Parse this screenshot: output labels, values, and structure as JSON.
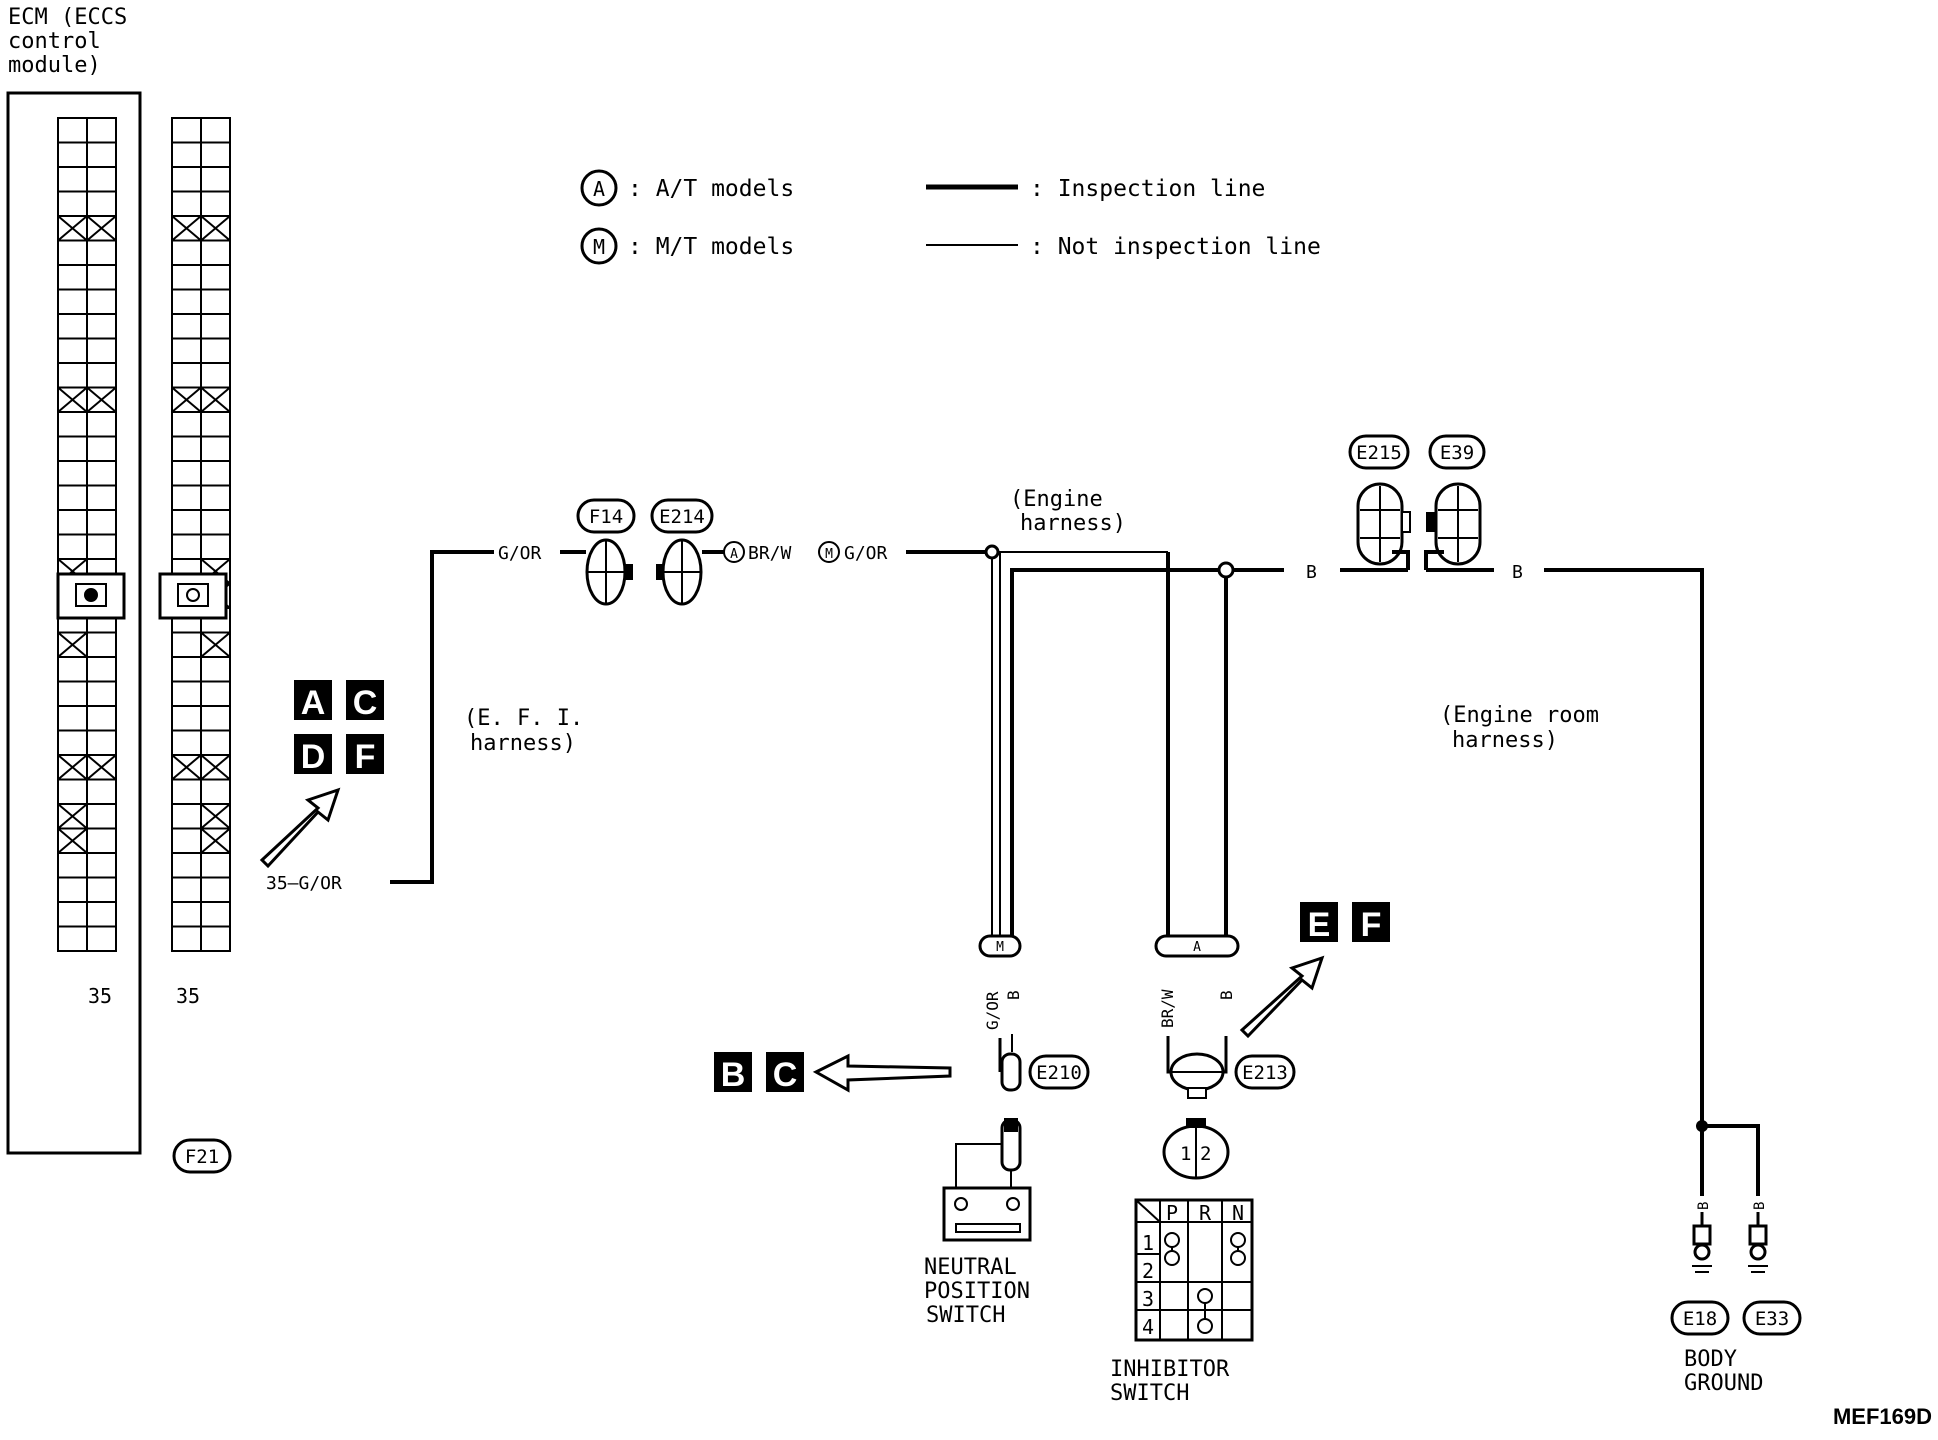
{
  "ecm": {
    "title_lines": [
      "ECM (ECCS",
      "control",
      "module)"
    ],
    "pin_label": "35",
    "wire_label": "35—G/OR",
    "connector": "F21"
  },
  "legend": {
    "a_symbol": "A",
    "a_text": ": A/T models",
    "m_symbol": "M",
    "m_text": ": M/T models",
    "thick_text": ": Inspection line",
    "thin_text": ": Not inspection line"
  },
  "harness": {
    "efi": [
      "(E. F. I.",
      "harness)"
    ],
    "engine": [
      "(Engine",
      "harness)"
    ],
    "engine_room": [
      "(Engine room",
      "harness)"
    ]
  },
  "wires": {
    "g_or": "G/OR",
    "br_w_ab": "BR/W",
    "b": "B",
    "g_or_vert": "G/OR",
    "br_w_vert": "BR/W"
  },
  "connectors": {
    "f14": "F14",
    "e214": "E214",
    "e215": "E215",
    "e39": "E39",
    "e210": "E210",
    "e213": "E213",
    "e18": "E18",
    "e33": "E33"
  },
  "branch_labels": {
    "m": "M",
    "a": "A"
  },
  "callouts": {
    "group1": [
      "A",
      "C",
      "D",
      "F"
    ],
    "group2": [
      "B",
      "C"
    ],
    "group3": [
      "E",
      "F"
    ]
  },
  "neutral_switch": [
    "NEUTRAL",
    "POSITION",
    "SWITCH"
  ],
  "inhibitor_switch": [
    "INHIBITOR",
    "SWITCH"
  ],
  "inhibitor_table": {
    "pin_labels": [
      "1",
      "2"
    ],
    "headers": [
      "P",
      "R",
      "N"
    ],
    "rows": [
      "1",
      "2",
      "3",
      "4"
    ]
  },
  "body_ground": [
    "BODY",
    "GROUND"
  ],
  "figure_code": "MEF169D"
}
